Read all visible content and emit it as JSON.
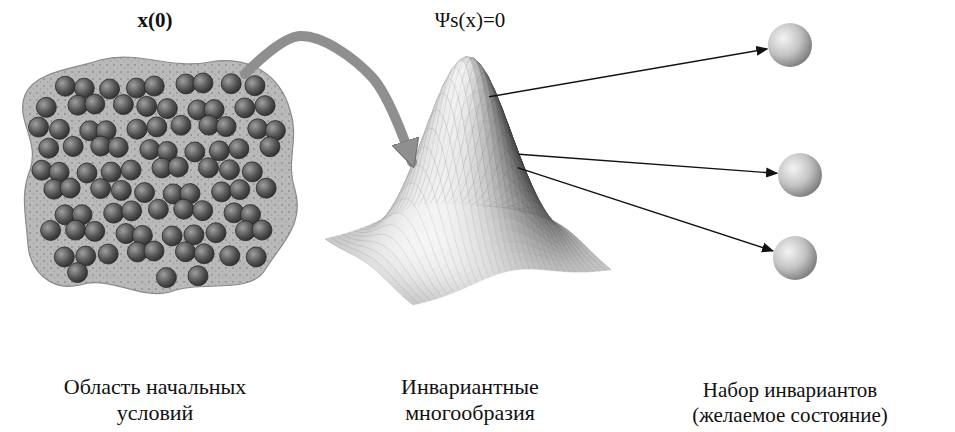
{
  "diagram": {
    "nodes": [
      {
        "text": [
          "x(0)",
          "Область начальных условий"
        ]
      },
      {
        "text": [
          "Ψs(x)=0",
          "Инвариантные многообразия"
        ]
      }
    ],
    "edges": [
      {
        "from": 0,
        "to": 1,
        "arrow": "to"
      }
    ],
    "labels": [
      "Набор инвариантов (желаемое состояние)"
    ]
  }
}
